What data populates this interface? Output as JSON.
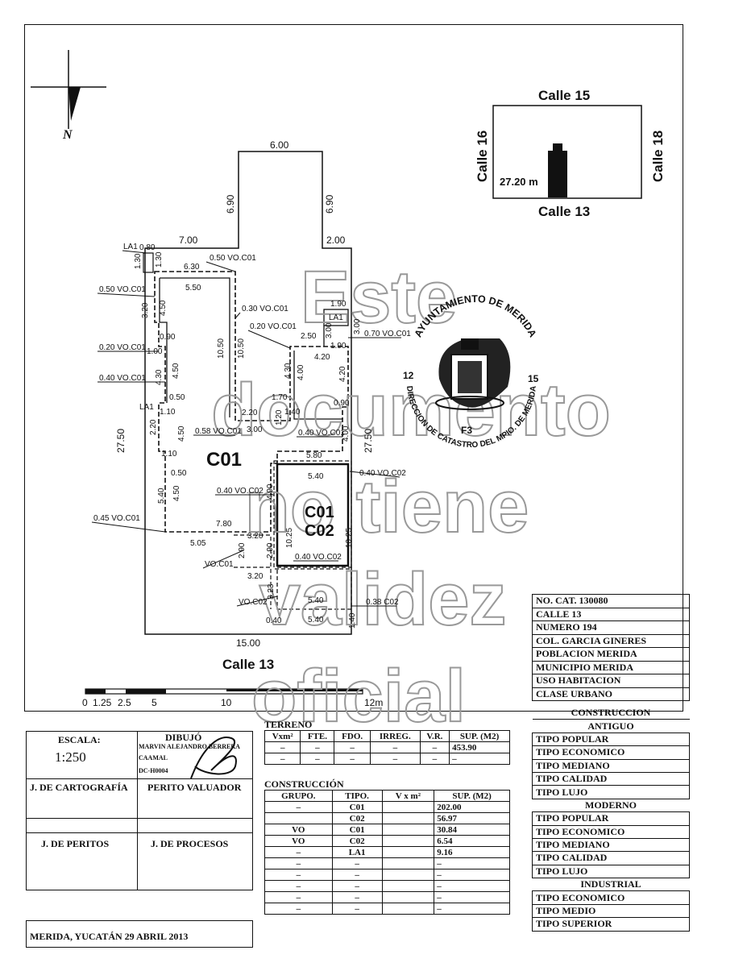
{
  "north": {
    "label": "N"
  },
  "location": {
    "top_street": "Calle 15",
    "bottom_street": "Calle 13",
    "left_street": "Calle 16",
    "right_street": "Calle 18",
    "distance": "27.20 m"
  },
  "seal": {
    "ring_top": "AYUNTAMIENTO DE MERIDA",
    "ring_bottom": "DIRECCION DE CATASTRO DEL MPIO. DE MERIDA",
    "left_num": "12",
    "right_num": "15",
    "code": "F3"
  },
  "watermark": [
    "Este",
    "documento",
    "no tiene",
    "validez",
    "oficial"
  ],
  "plan": {
    "zone1": "C01",
    "zone2_a": "C01",
    "zone2_b": "C02",
    "street": "Calle 13",
    "dims": {
      "top": "6.00",
      "left_tower": "6.90",
      "right_tower": "6.90",
      "top_left": "7.00",
      "top_right": "2.00",
      "la1_w": "0.80",
      "la1_h": "1.30",
      "la1_h2": "1.30",
      "d630": "6.30",
      "d550": "5.50",
      "d450a": "4.50",
      "d320a": "3.20",
      "d1050a": "10.50",
      "d1050b": "10.50",
      "d090a": "0.90",
      "d100": "1.00",
      "d450b": "4.50",
      "d430a": "4.30",
      "d430b": "4.30",
      "d400a": "4.00",
      "d420a": "4.20",
      "d420b": "4.20",
      "d250": "2.50",
      "d190a": "1.90",
      "d190b": "1.90",
      "d300a": "3.00",
      "d050a": "0.50",
      "d110a": "1.10",
      "d220a": "2.20",
      "d110b": "1.10",
      "d450c": "4.50",
      "d050b": "0.50",
      "d220b": "2.20",
      "d300b": "3.00",
      "d170": "1.70",
      "d140": "1.40",
      "d120": "1.20",
      "d090b": "0.90",
      "d400b": "4.00",
      "d580": "5.80",
      "d540a": "5.40",
      "d490": "4.90",
      "d540b": "5.40",
      "d450d": "4.50",
      "d780": "7.80",
      "d320b": "3.20",
      "d505": "5.05",
      "d290a": "2.90",
      "d290b": "2.90",
      "d1025a": "10.25",
      "d1025b": "10.25",
      "d320c": "3.20",
      "d323": "3.23",
      "d540c": "5.40",
      "d540d": "5.40",
      "d040": "0.40",
      "d140b": "1.40",
      "d1500": "15.00",
      "d2750a": "27.50",
      "d2750b": "27.50"
    },
    "callouts": {
      "c1": "LA1",
      "c2": "0.50 VO.C01",
      "c3": "0.50 VO.C01",
      "c4": "0.30 VO.C01",
      "c5": "0.20 VO.C01",
      "c6": "LA1",
      "c7": "0.70 VO.C01",
      "c8": "0.20 VO.C01",
      "c9": "0.40 VO.C01",
      "c10": "LA1",
      "c11": "0.58 VO.C01",
      "c12": "0.40 VO.C01",
      "c13": "0.40 VO.C02",
      "c14": "0.40 VO.C02",
      "c15": "0.45 VO.C01",
      "c16": "VO.C01",
      "c17": "0.40 VO.C02",
      "c18": "VO.C02",
      "c19": "0.38 C02"
    }
  },
  "scale_bar": {
    "ticks": [
      "0",
      "1.25",
      "2.5",
      "5",
      "10",
      "12m"
    ]
  },
  "info": {
    "rows": [
      "NO. CAT.  130080",
      "CALLE  13",
      "NUMERO  194",
      "COL. GARCIA GINERES",
      "POBLACION    MERIDA",
      "MUNICIPIO    MERIDA",
      "USO  HABITACION",
      "CLASE  URBANO"
    ]
  },
  "construction_types": {
    "title": "CONSTRUCCION",
    "groups": [
      {
        "name": "ANTIGUO",
        "items": [
          "TIPO POPULAR",
          "TIPO ECONOMICO",
          "TIPO MEDIANO",
          "TIPO CALIDAD",
          "TIPO LUJO"
        ]
      },
      {
        "name": "MODERNO",
        "items": [
          "TIPO POPULAR",
          "TIPO ECONOMICO",
          "TIPO MEDIANO",
          "TIPO CALIDAD",
          "TIPO LUJO"
        ]
      },
      {
        "name": "INDUSTRIAL",
        "items": [
          "TIPO ECONOMICO",
          "TIPO MEDIO",
          "TIPO SUPERIOR"
        ]
      }
    ]
  },
  "signatures": {
    "escala_label": "ESCALA:",
    "escala_value": "1:250",
    "dibujo_label": "DIBUJÓ",
    "dibujo_name1": "MARVIN ALEJANDRO BERRERA",
    "dibujo_name2": "CAAMAL",
    "dibujo_code": "DC-H0004",
    "cartografia": "J. DE CARTOGRAFÍA",
    "perito": "PERITO VALUADOR",
    "peritos": "J. DE PERITOS",
    "procesos": "J. DE PROCESOS",
    "place_date": "MERIDA, YUCATÁN 29 ABRIL 2013"
  },
  "terreno": {
    "title": "TERRENO",
    "headers": [
      "Vxm²",
      "FTE.",
      "FDO.",
      "IRREG.",
      "V.R.",
      "SUP. (M2)"
    ],
    "rows": [
      [
        "–",
        "–",
        "–",
        "–",
        "–",
        "453.90"
      ],
      [
        "–",
        "–",
        "–",
        "–",
        "–",
        "–"
      ]
    ]
  },
  "construccion": {
    "title": "CONSTRUCCIÓN",
    "headers": [
      "GRUPO.",
      "TIPO.",
      "V x m²",
      "SUP. (M2)"
    ],
    "rows": [
      [
        "–",
        "C01",
        "",
        "202.00"
      ],
      [
        "",
        "C02",
        "",
        "56.97"
      ],
      [
        "VO",
        "C01",
        "",
        "30.84"
      ],
      [
        "VO",
        "C02",
        "",
        "6.54"
      ],
      [
        "–",
        "LA1",
        "",
        "9.16"
      ],
      [
        "–",
        "–",
        "",
        "–"
      ],
      [
        "–",
        "–",
        "",
        "–"
      ],
      [
        "–",
        "–",
        "",
        "–"
      ],
      [
        "–",
        "–",
        "",
        "–"
      ],
      [
        "–",
        "–",
        "",
        "–"
      ]
    ]
  }
}
